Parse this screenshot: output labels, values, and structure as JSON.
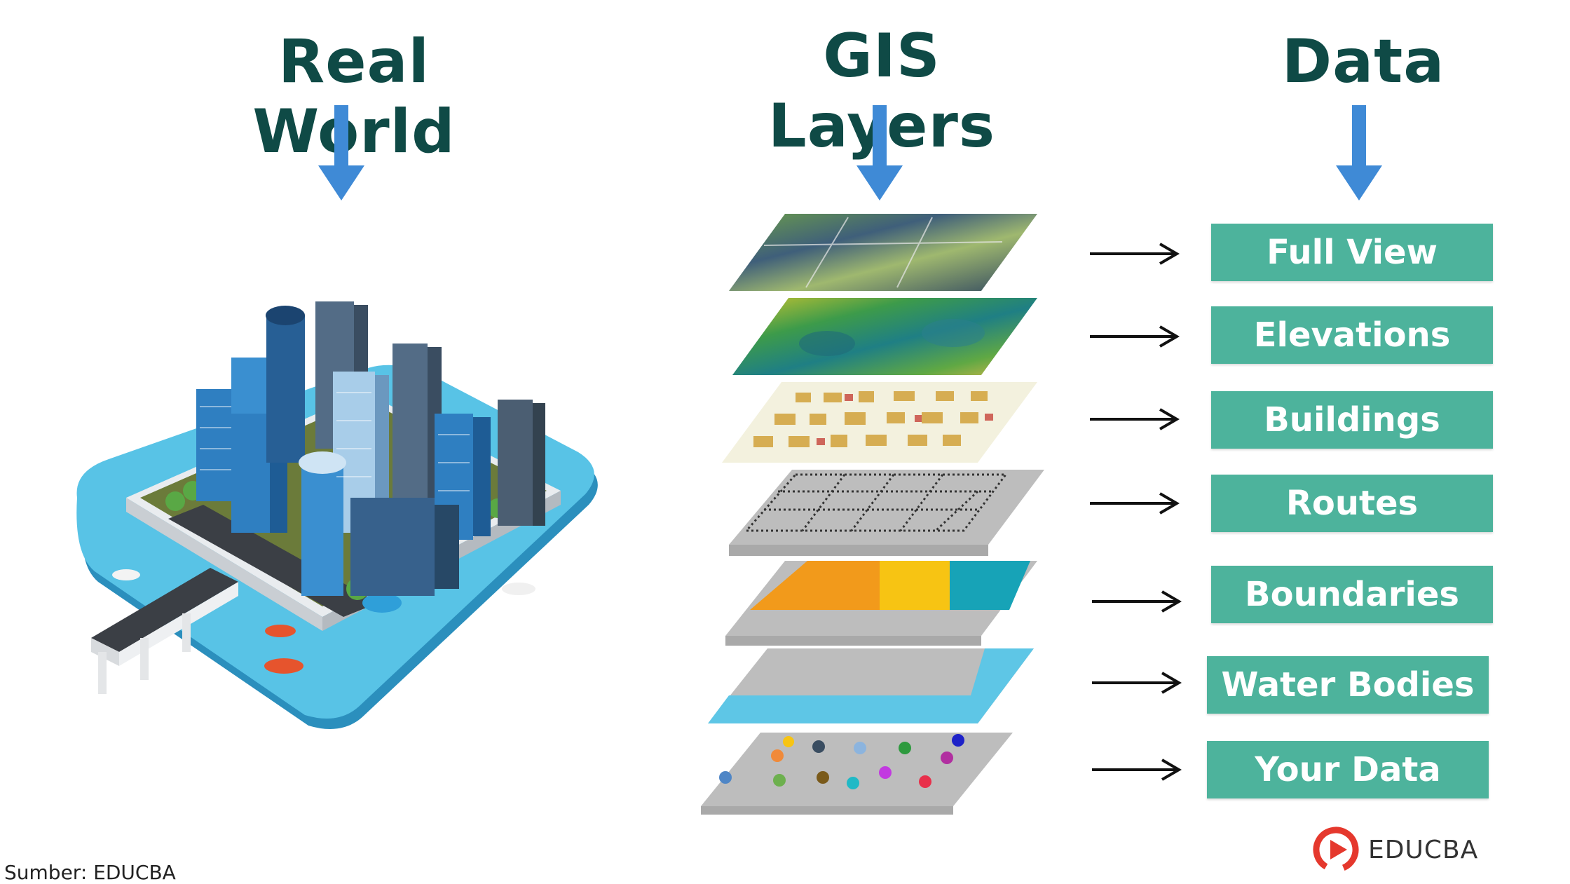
{
  "headers": {
    "real_world": "Real World",
    "gis_layers": "GIS Layers",
    "data": "Data"
  },
  "data_labels": [
    "Full View",
    "Elevations",
    "Buildings",
    "Routes",
    "Boundaries",
    "Water Bodies",
    "Your Data"
  ],
  "layer_icons": [
    "satellite-imagery-layer-icon",
    "elevation-layer-icon",
    "buildings-layer-icon",
    "routes-grid-layer-icon",
    "boundaries-layer-icon",
    "water-bodies-layer-icon",
    "point-data-layer-icon"
  ],
  "colors": {
    "title": "#0f4a46",
    "arrow_blue": "#3f8ad6",
    "box_green": "#4db39c",
    "layer_gray": "#bdbdbd",
    "water": "#5ec6e6",
    "boundary_orange": "#f29a1b",
    "boundary_yellow": "#f7c413",
    "boundary_teal": "#17a3b7",
    "logo_red": "#e5382d"
  },
  "logo": {
    "text": "EDUCBA"
  },
  "caption": "Sumber:  EDUCBA"
}
